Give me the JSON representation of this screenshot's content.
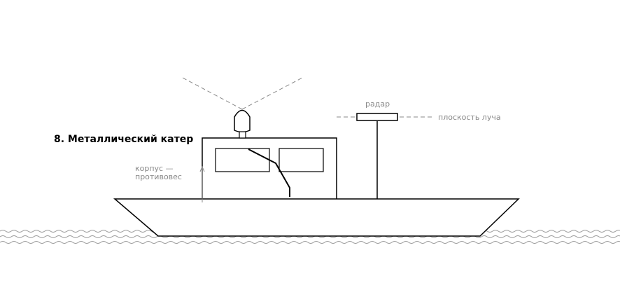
{
  "title": "8. Металлический катер",
  "labels": {
    "hull_line1": "корпус —",
    "hull_line2": "противовес",
    "radar": "радар",
    "beam_plane": "плоскость луча"
  },
  "colors": {
    "line": "#000000",
    "guide": "#888888",
    "water": "#999999",
    "background": "#ffffff"
  }
}
